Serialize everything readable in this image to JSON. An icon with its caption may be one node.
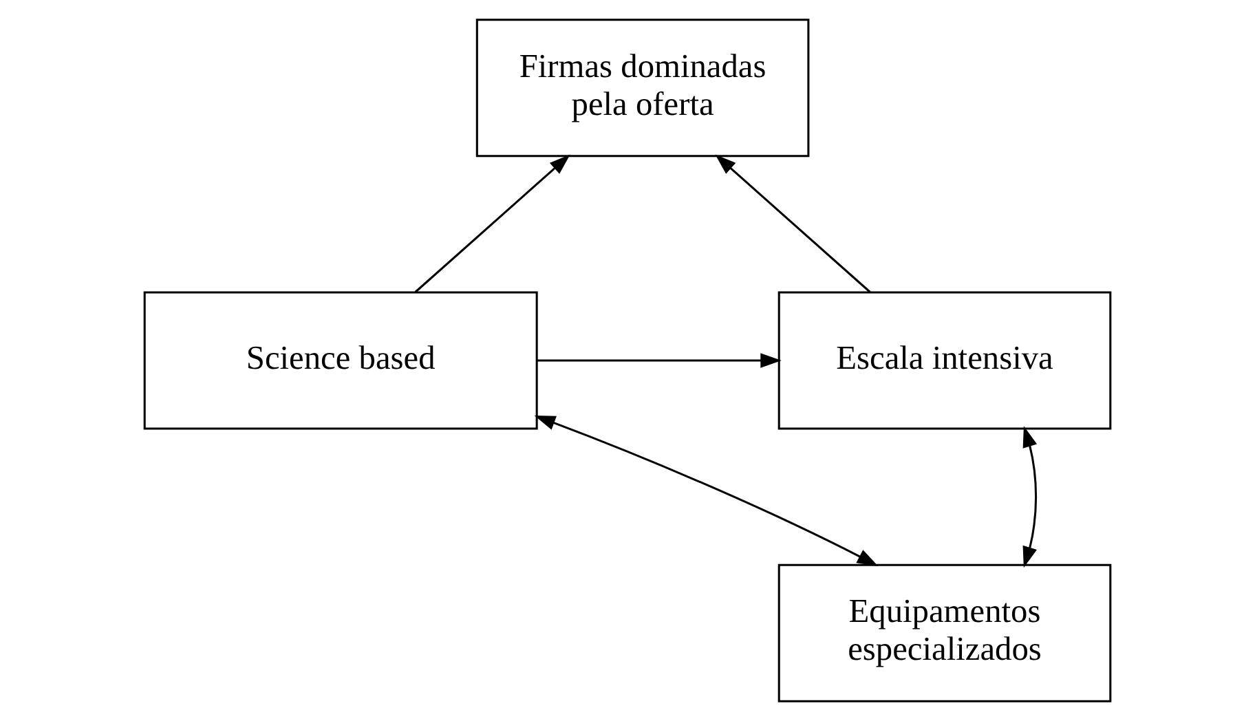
{
  "diagram": {
    "nodes": [
      {
        "text": [
          "Firmas dominadas pela oferta"
        ]
      },
      {
        "text": [
          "Science based"
        ]
      },
      {
        "text": [
          "Escala intensiva"
        ]
      },
      {
        "text": [
          "Equipamentos especializados"
        ]
      }
    ],
    "edges": [
      {
        "from": 1,
        "to": 0,
        "arrow": "to"
      },
      {
        "from": 2,
        "to": 0,
        "arrow": "to"
      },
      {
        "from": 1,
        "to": 2,
        "arrow": "to"
      },
      {
        "from": 1,
        "to": 3,
        "arrow": "both"
      },
      {
        "from": 3,
        "to": 2,
        "arrow": "both"
      }
    ]
  }
}
